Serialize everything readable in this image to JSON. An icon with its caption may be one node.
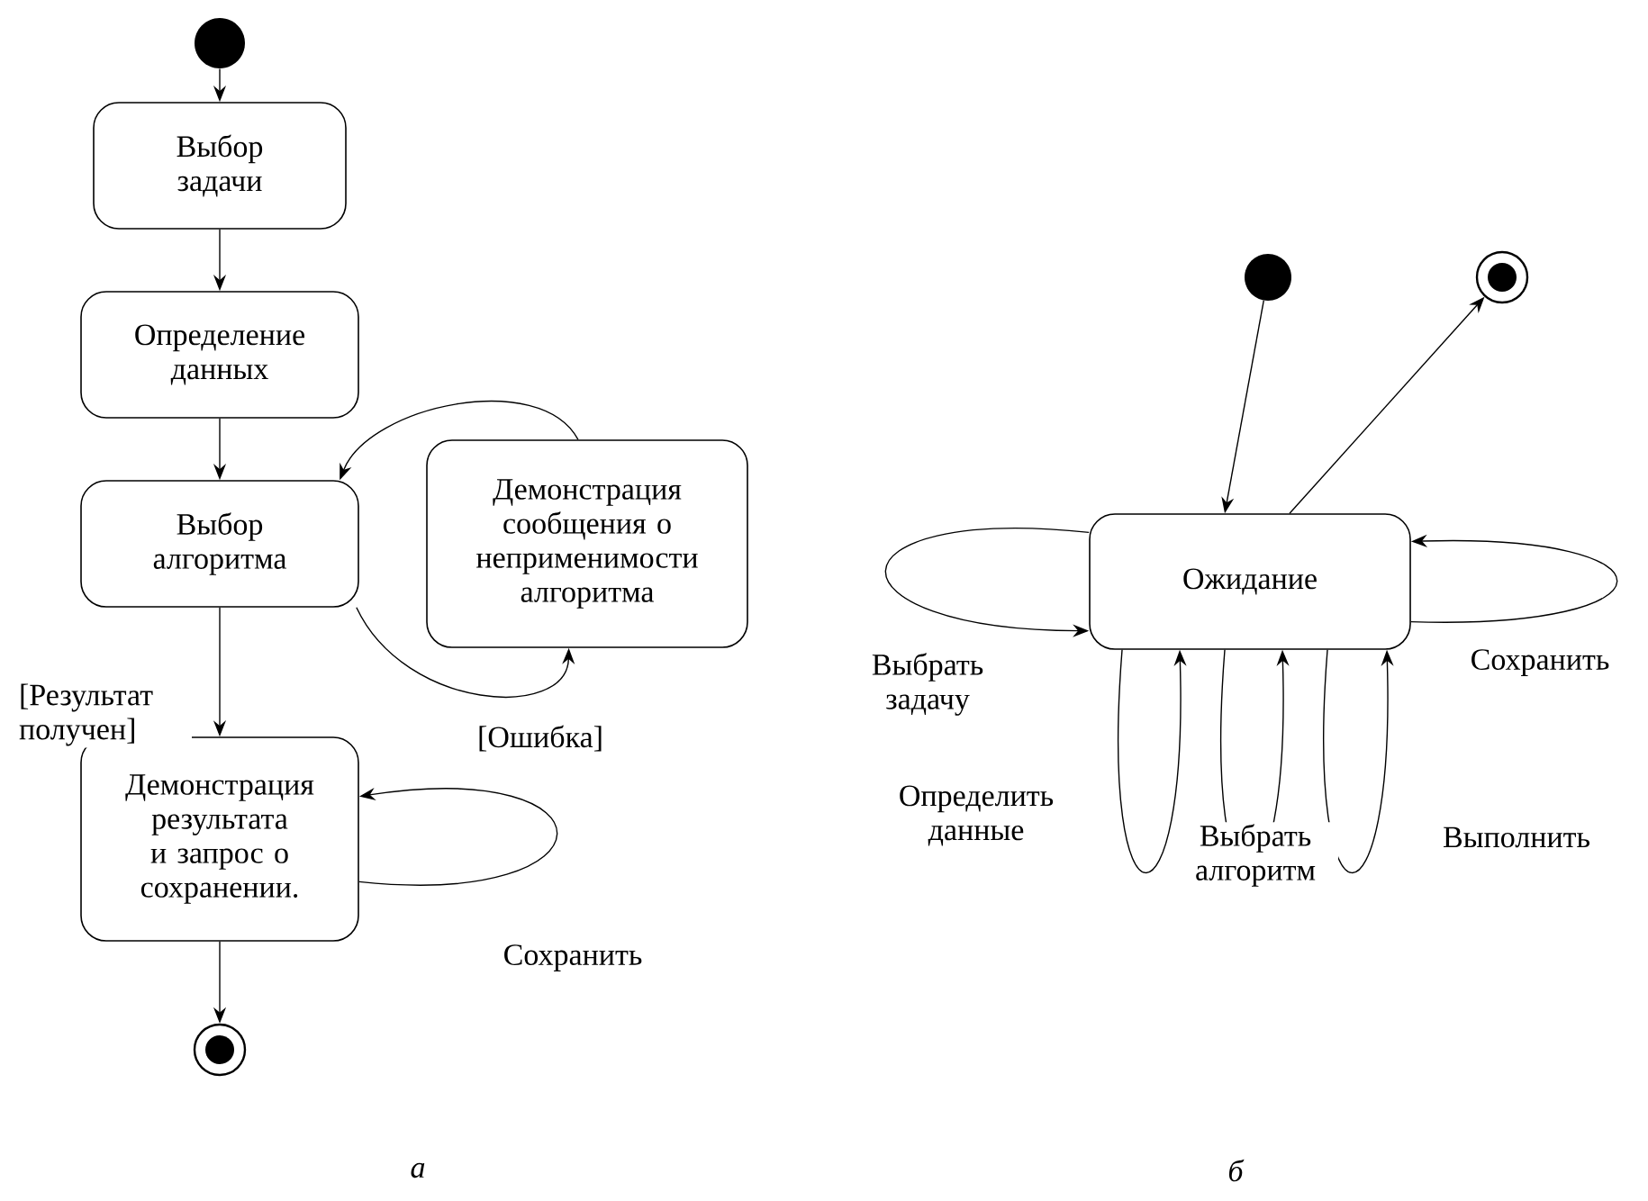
{
  "diagram": {
    "nodes": [
      {
        "text": [],
        "shape": "circle"
      },
      {
        "text": [
          "Выбор задачи"
        ]
      },
      {
        "text": [
          "Определение данных"
        ]
      },
      {
        "text": [
          "Выбор алгоритма"
        ]
      },
      {
        "text": [
          "Демонстрация сообщения о неприменимости алгоритма"
        ]
      },
      {
        "text": [
          "Демонстрация результата и запрос о сохранении."
        ]
      },
      {
        "text": [],
        "shape": "bullseye"
      },
      {
        "text": [],
        "shape": "circle"
      },
      {
        "text": [],
        "shape": "bullseye"
      },
      {
        "text": [
          "Ожидание"
        ]
      }
    ],
    "edges": [
      {
        "from": 0,
        "to": 1,
        "arrow": "to"
      },
      {
        "from": 1,
        "to": 2,
        "arrow": "to"
      },
      {
        "from": 2,
        "to": 3,
        "arrow": "to"
      },
      {
        "from": 3,
        "to": 5,
        "arrow": "to",
        "label": "[Результат получен]"
      },
      {
        "from": 3,
        "to": 4,
        "arrow": "to",
        "label": "[Ошибка]"
      },
      {
        "from": 4,
        "to": 3,
        "arrow": "to"
      },
      {
        "from": 5,
        "to": 5,
        "arrow": "to",
        "label": "Сохранить"
      },
      {
        "from": 5,
        "to": 6,
        "arrow": "to"
      },
      {
        "from": 7,
        "to": 9,
        "arrow": "to"
      },
      {
        "from": 9,
        "to": 8,
        "arrow": "to"
      },
      {
        "from": 9,
        "to": 9,
        "arrow": "to",
        "label": "Выбрать задачу"
      },
      {
        "from": 9,
        "to": 9,
        "arrow": "to",
        "label": "Сохранить"
      },
      {
        "from": 9,
        "to": 9,
        "arrow": "to",
        "label": "Определить данные"
      },
      {
        "from": 9,
        "to": 9,
        "arrow": "to",
        "label": "Выбрать алгоритм"
      },
      {
        "from": 9,
        "to": 9,
        "arrow": "to",
        "label": "Выполнить"
      }
    ],
    "labels": [
      "а",
      "б"
    ]
  }
}
